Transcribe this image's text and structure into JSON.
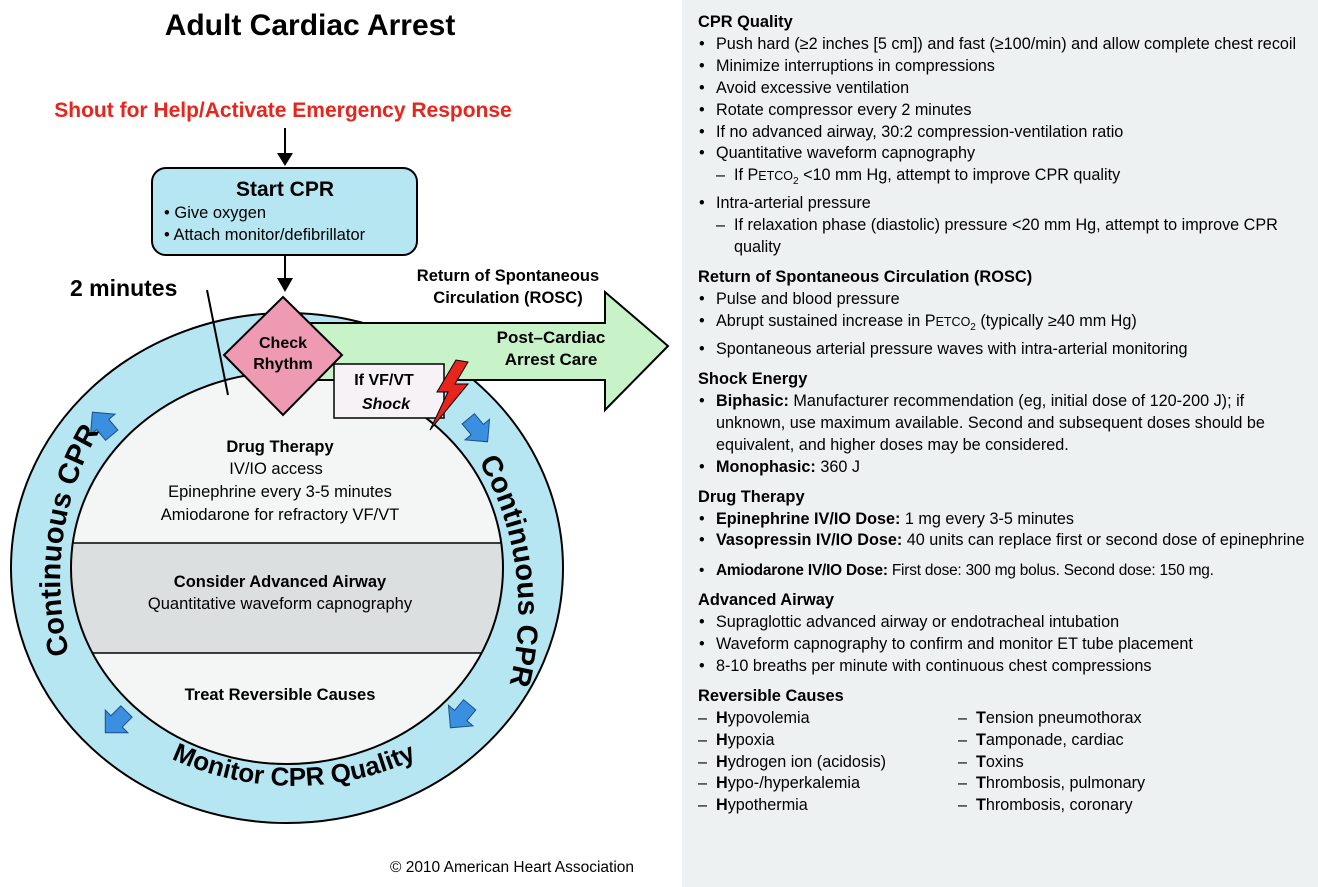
{
  "title": "Adult Cardiac Arrest",
  "shout": "Shout for Help/Activate Emergency Response",
  "start_cpr": {
    "title": "Start CPR",
    "items": [
      "• Give oxygen",
      "• Attach monitor/defibrillator"
    ]
  },
  "two_minutes": "2 minutes",
  "check_rhythm": [
    "Check",
    "Rhythm"
  ],
  "rosc_label": [
    "Return of Spontaneous",
    "Circulation (ROSC)"
  ],
  "post_arrest": [
    "Post–Cardiac",
    "Arrest Care"
  ],
  "vfvt": [
    "If VF/VT",
    "Shock"
  ],
  "drug_therapy": {
    "title": "Drug Therapy",
    "lines": [
      "IV/IO access",
      "Epinephrine every 3-5 minutes",
      "Amiodarone for refractory VF/VT"
    ]
  },
  "airway": {
    "title": "Consider Advanced Airway",
    "line": "Quantitative waveform capnography"
  },
  "reversible": "Treat Reversible Causes",
  "ring_labels": {
    "left": "Continuous CPR",
    "right": "Continuous CPR",
    "bottom": "Monitor CPR Quality"
  },
  "copyright": "© 2010 American Heart Association",
  "colors": {
    "title_red": "#e8251c",
    "box_fill": "#b7e6f3",
    "ring_fill": "#b7e6f3",
    "diamond_fill": "#ef9ab3",
    "arrow_fill": "#c8f3c8",
    "blue_arrow": "#3b8fe0",
    "lightning": "#e8251c",
    "airway_band": "#dcdfe0",
    "inner_fill": "#f4f6f6",
    "panel_bg": "#eef1f2"
  },
  "icons": [
    "lightning-bolt-icon",
    "blue-cycle-arrow-icon"
  ],
  "panel": {
    "cpr_quality": {
      "title": "CPR Quality",
      "lines": {
        "push": "Push hard (≥2 inches [5 cm]) and fast (≥100/min) and allow complete chest recoil",
        "minimize": "Minimize interruptions in compressions",
        "avoid": "Avoid excessive ventilation",
        "rotate": "Rotate compressor every 2 minutes",
        "ratio": "If no advanced airway, 30:2 compression-ventilation ratio",
        "capno": "Quantitative waveform capnography",
        "petco2_a": "If P",
        "petco2_b": "ETCO",
        "petco2_c": "2",
        "petco2_d": " <10 mm Hg, attempt to improve CPR quality",
        "intra": "Intra-arterial pressure",
        "relax": "If relaxation phase (diastolic) pressure <20 mm Hg, attempt to improve CPR quality"
      }
    },
    "rosc": {
      "title": "Return of Spontaneous Circulation (ROSC)",
      "pulse": "Pulse and blood pressure",
      "abrupt_a": "Abrupt sustained increase in P",
      "abrupt_b": "ETCO",
      "abrupt_c": "2",
      "abrupt_d": " (typically ≥40 mm Hg)",
      "waves": "Spontaneous arterial pressure waves with intra-arterial monitoring"
    },
    "shock": {
      "title": "Shock Energy",
      "biphasic_label": "Biphasic:",
      "biphasic_text": " Manufacturer recommendation (eg, initial dose of 120-200 J); if unknown, use maximum available. Second and subsequent doses should be equivalent, and higher doses may be considered.",
      "mono_label": "Monophasic:",
      "mono_text": " 360 J"
    },
    "drug": {
      "title": "Drug Therapy",
      "epi_label": "Epinephrine IV/IO Dose:",
      "epi_text": " 1 mg every 3-5 minutes",
      "vaso_label": "Vasopressin IV/IO Dose:",
      "vaso_text": " 40 units can replace first or second dose of epinephrine",
      "amio_label": "Amiodarone IV/IO Dose:",
      "amio_text": " First dose: 300 mg bolus. Second dose: 150 mg."
    },
    "airway": {
      "title": "Advanced Airway",
      "supra": "Supraglottic advanced airway or endotracheal intubation",
      "wave": "Waveform capnography to confirm and monitor ET tube placement",
      "breaths": "8-10 breaths per minute with continuous chest compressions"
    },
    "causes": {
      "title": "Reversible Causes",
      "h": [
        {
          "initial": "H",
          "rest": "ypovolemia"
        },
        {
          "initial": "H",
          "rest": "ypoxia"
        },
        {
          "initial": "H",
          "rest": "ydrogen ion (acidosis)"
        },
        {
          "initial": "H",
          "rest": "ypo-/hyperkalemia"
        },
        {
          "initial": "H",
          "rest": "ypothermia"
        }
      ],
      "t": [
        {
          "initial": "T",
          "rest": "ension pneumothorax"
        },
        {
          "initial": "T",
          "rest": "amponade, cardiac"
        },
        {
          "initial": "T",
          "rest": "oxins"
        },
        {
          "initial": "T",
          "rest": "hrombosis, pulmonary"
        },
        {
          "initial": "T",
          "rest": "hrombosis, coronary"
        }
      ]
    }
  }
}
